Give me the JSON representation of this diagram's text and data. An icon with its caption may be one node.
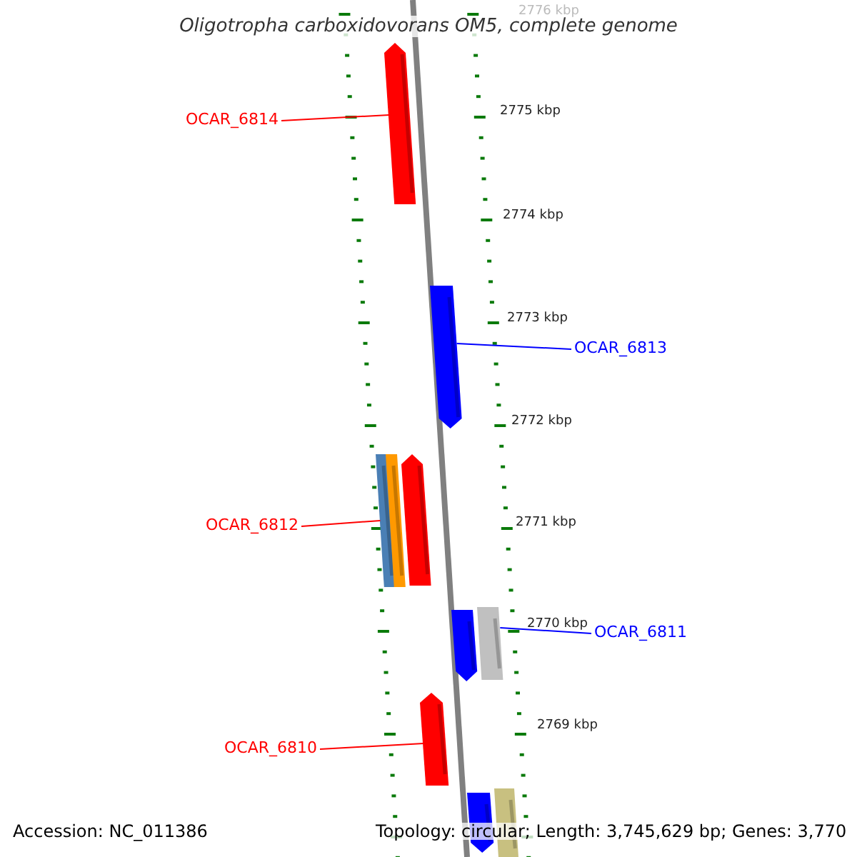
{
  "diagram": {
    "title": "Oligotropha carboxidovorans OM5, complete genome",
    "nodes": [
      {
        "text": [
          "OCAR_6814"
        ]
      },
      {
        "text": [],
        "shape": "bar"
      },
      {
        "text": [
          "OCAR_6813"
        ]
      },
      {
        "text": [],
        "shape": "bar"
      },
      {
        "text": [
          "OCAR_6812"
        ]
      },
      {
        "text": [],
        "shape": "bar"
      },
      {
        "text": [
          "OCAR_6811"
        ]
      },
      {
        "text": [],
        "shape": "bar"
      },
      {
        "text": [
          "OCAR_6810"
        ]
      },
      {
        "text": [],
        "shape": "bar"
      }
    ],
    "edges": [
      {
        "from": 0,
        "to": 1,
        "arrow": "none"
      },
      {
        "from": 2,
        "to": 3,
        "arrow": "none",
        "color": "#0000ff"
      },
      {
        "from": 4,
        "to": 5,
        "arrow": "none"
      },
      {
        "from": 6,
        "to": 7,
        "arrow": "none",
        "color": "#0000ff"
      },
      {
        "from": 8,
        "to": 9,
        "arrow": "none"
      }
    ],
    "labels": [
      "2776 kbp",
      "2775 kbp",
      "2774 kbp",
      "2773 kbp",
      "2772 kbp",
      "2771 kbp",
      "2770 kbp",
      "2769 kbp",
      "Accession: NC_011386",
      "Topology: circular; Length: 3,745,629 bp; Genes: 3,770"
    ]
  }
}
